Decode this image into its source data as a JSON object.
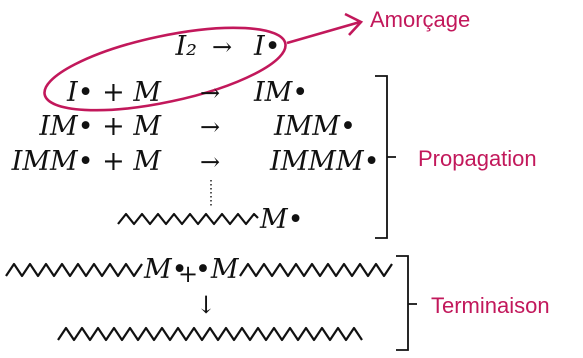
{
  "colors": {
    "accent": "#c2185b",
    "ink": "#111111"
  },
  "labels": {
    "initiation": "Amorçage",
    "propagation": "Propagation",
    "termination": "Terminaison"
  },
  "reactions": {
    "r1_left": "I₂",
    "r1_arrow": "→",
    "r1_right": "I•",
    "r2_left": "I• + M",
    "r2_arrow": "→",
    "r2_right": "IM•",
    "r3_left": "IM• + M",
    "r3_arrow": "→",
    "r3_right": "IMM•",
    "r4_left": "IMM• + M",
    "r4_arrow": "→",
    "r4_right": "IMMM•",
    "chain_radical": "M•",
    "term_left_radical": "M•",
    "term_plus": "+",
    "term_right_radical": "•M",
    "term_arrow": "↓"
  }
}
